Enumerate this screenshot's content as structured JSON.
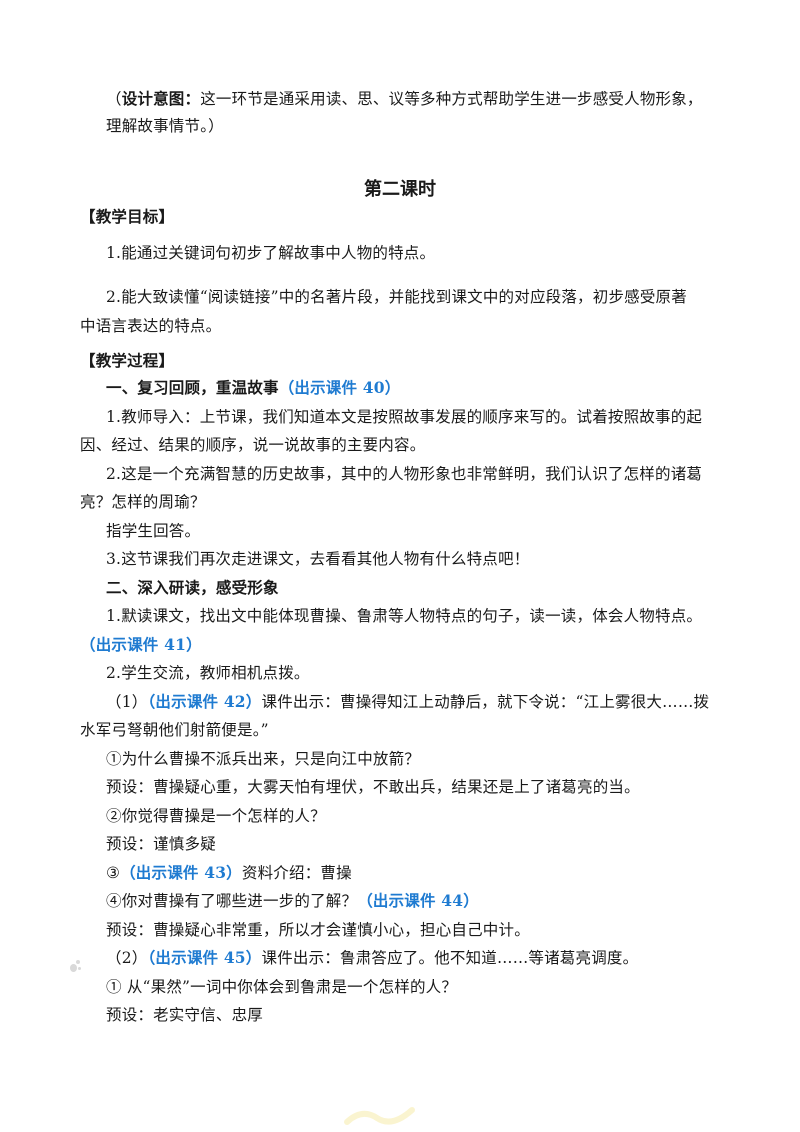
{
  "intent": {
    "open": "（",
    "label": "设计意图：",
    "text1": "这一环节是通采用读、思、议等多种方式帮助学生进一步感受人物形象，",
    "text2": "理解故事情节。）"
  },
  "lesson_title": "第二课时",
  "goals": {
    "heading": "【教学目标】",
    "item1": "1.能通过关键词句初步了解故事中人物的特点。",
    "item2_line1": "2.能大致读懂“阅读链接”中的名著片段，并能找到课文中的对应段落，初步感受原著",
    "item2_line2": "中语言表达的特点。"
  },
  "process": {
    "heading": "【教学过程】",
    "sec1_title": "一、复习回顾，重温故事",
    "sec1_ref": "（出示课件 40）",
    "p1_line1": "1.教师导入：上节课，我们知道本文是按照故事发展的顺序来写的。试着按照故事的起",
    "p1_line2": "因、经过、结果的顺序，说一说故事的主要内容。",
    "p2_line1": "2.这是一个充满智慧的历史故事，其中的人物形象也非常鲜明，我们认识了怎样的诸葛",
    "p2_line2": "亮？怎样的周瑜？",
    "p3": "指学生回答。",
    "p4": "3.这节课我们再次走进课文，去看看其他人物有什么特点吧！",
    "sec2_title": "二、深入研读，感受形象",
    "p5": "1.默读课文，找出文中能体现曹操、鲁肃等人物特点的句子，读一读，体会人物特点。",
    "p5_ref": "（出示课件 41）",
    "p6": "2.学生交流，教师相机点拨。",
    "p7_num": "（1）",
    "p7_ref": "（出示课件 42）",
    "p7_text": "课件出示：曹操得知江上动静后，就下令说：“江上雾很大……拨",
    "p7_line2": "水军弓弩朝他们射箭便是。”",
    "q1": "①为什么曹操不派兵出来，只是向江中放箭？",
    "a1": "预设：曹操疑心重，大雾天怕有埋伏，不敢出兵，结果还是上了诸葛亮的当。",
    "q2": "②你觉得曹操是一个怎样的人？",
    "a2": "预设：谨慎多疑",
    "q3_num": "③",
    "q3_ref": "（出示课件 43）",
    "q3_text": "资料介绍：曹操",
    "q4_text": "④你对曹操有了哪些进一步的了解？",
    "q4_ref": "（出示课件 44）",
    "a4": "预设：曹操疑心非常重，所以才会谨慎小心，担心自己中计。",
    "p8_num": "（2）",
    "p8_ref": "（出示课件 45）",
    "p8_text": "课件出示：鲁肃答应了。他不知道……等诸葛亮调度。",
    "q5": "① 从“果然”一词中你体会到鲁肃是一个怎样的人？",
    "a5": "预设：老实守信、忠厚"
  }
}
